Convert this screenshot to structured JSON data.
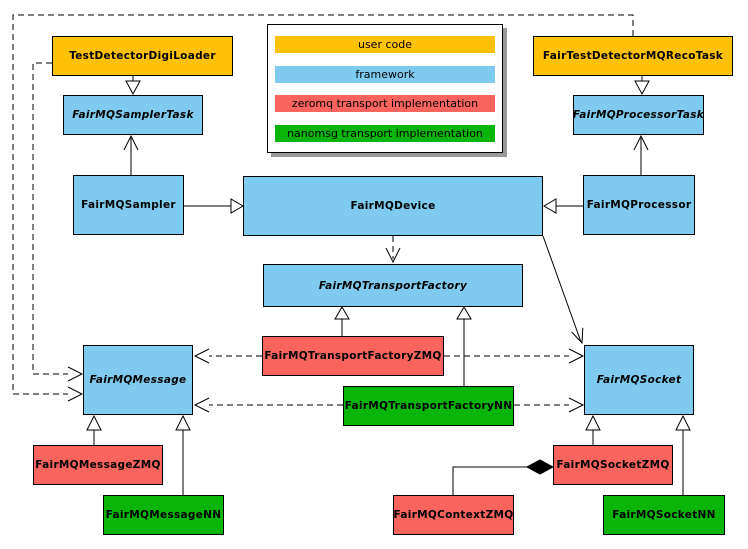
{
  "colors": {
    "user_code": "#FFC107",
    "framework": "#7FCBEF",
    "zeromq": "#F9655E",
    "nanomsg": "#09B509",
    "edge": "#000000",
    "legend_shadow": "#999999"
  },
  "legend": {
    "items": [
      {
        "label": "user code",
        "category": "user_code"
      },
      {
        "label": "framework",
        "category": "framework"
      },
      {
        "label": "zeromq transport implementation",
        "category": "zeromq"
      },
      {
        "label": "nanomsg transport implementation",
        "category": "nanomsg"
      }
    ]
  },
  "nodes": {
    "testDetectorDigiLoader": {
      "label": "TestDetectorDigiLoader",
      "category": "user_code",
      "abstract": false
    },
    "fairTestDetectorMQRecoTask": {
      "label": "FairTestDetectorMQRecoTask",
      "category": "user_code",
      "abstract": false
    },
    "fairMQSamplerTask": {
      "label": "FairMQSamplerTask",
      "category": "framework",
      "abstract": true
    },
    "fairMQProcessorTask": {
      "label": "FairMQProcessorTask",
      "category": "framework",
      "abstract": true
    },
    "fairMQSampler": {
      "label": "FairMQSampler",
      "category": "framework",
      "abstract": false
    },
    "fairMQDevice": {
      "label": "FairMQDevice",
      "category": "framework",
      "abstract": false
    },
    "fairMQProcessor": {
      "label": "FairMQProcessor",
      "category": "framework",
      "abstract": false
    },
    "fairMQTransportFactory": {
      "label": "FairMQTransportFactory",
      "category": "framework",
      "abstract": true
    },
    "fairMQTransportFactoryZMQ": {
      "label": "FairMQTransportFactoryZMQ",
      "category": "zeromq",
      "abstract": false
    },
    "fairMQTransportFactoryNN": {
      "label": "FairMQTransportFactoryNN",
      "category": "nanomsg",
      "abstract": false
    },
    "fairMQMessage": {
      "label": "FairMQMessage",
      "category": "framework",
      "abstract": true
    },
    "fairMQSocket": {
      "label": "FairMQSocket",
      "category": "framework",
      "abstract": true
    },
    "fairMQMessageZMQ": {
      "label": "FairMQMessageZMQ",
      "category": "zeromq",
      "abstract": false
    },
    "fairMQMessageNN": {
      "label": "FairMQMessageNN",
      "category": "nanomsg",
      "abstract": false
    },
    "fairMQSocketZMQ": {
      "label": "FairMQSocketZMQ",
      "category": "zeromq",
      "abstract": false
    },
    "fairMQContextZMQ": {
      "label": "FairMQContextZMQ",
      "category": "zeromq",
      "abstract": false
    },
    "fairMQSocketNN": {
      "label": "FairMQSocketNN",
      "category": "nanomsg",
      "abstract": false
    }
  },
  "relationships": [
    {
      "from": "TestDetectorDigiLoader",
      "to": "FairMQSamplerTask",
      "type": "inheritance"
    },
    {
      "from": "FairTestDetectorMQRecoTask",
      "to": "FairMQProcessorTask",
      "type": "inheritance"
    },
    {
      "from": "FairMQSampler",
      "to": "FairMQDevice",
      "type": "inheritance"
    },
    {
      "from": "FairMQProcessor",
      "to": "FairMQDevice",
      "type": "inheritance"
    },
    {
      "from": "FairMQSampler",
      "to": "FairMQSamplerTask",
      "type": "association"
    },
    {
      "from": "FairMQProcessor",
      "to": "FairMQProcessorTask",
      "type": "association"
    },
    {
      "from": "FairMQDevice",
      "to": "FairMQTransportFactory",
      "type": "dependency"
    },
    {
      "from": "FairMQDevice",
      "to": "FairMQSocket",
      "type": "association"
    },
    {
      "from": "TestDetectorDigiLoader",
      "to": "FairMQMessage",
      "type": "dependency"
    },
    {
      "from": "FairTestDetectorMQRecoTask",
      "to": "FairMQMessage",
      "type": "dependency"
    },
    {
      "from": "FairMQTransportFactoryZMQ",
      "to": "FairMQTransportFactory",
      "type": "inheritance"
    },
    {
      "from": "FairMQTransportFactoryNN",
      "to": "FairMQTransportFactory",
      "type": "inheritance"
    },
    {
      "from": "FairMQTransportFactoryZMQ",
      "to": "FairMQMessage",
      "type": "dependency"
    },
    {
      "from": "FairMQTransportFactoryZMQ",
      "to": "FairMQSocket",
      "type": "dependency"
    },
    {
      "from": "FairMQTransportFactoryNN",
      "to": "FairMQMessage",
      "type": "dependency"
    },
    {
      "from": "FairMQTransportFactoryNN",
      "to": "FairMQSocket",
      "type": "dependency"
    },
    {
      "from": "FairMQMessageZMQ",
      "to": "FairMQMessage",
      "type": "inheritance"
    },
    {
      "from": "FairMQMessageNN",
      "to": "FairMQMessage",
      "type": "inheritance"
    },
    {
      "from": "FairMQSocketZMQ",
      "to": "FairMQSocket",
      "type": "inheritance"
    },
    {
      "from": "FairMQSocketNN",
      "to": "FairMQSocket",
      "type": "inheritance"
    },
    {
      "from": "FairMQSocketZMQ",
      "to": "FairMQContextZMQ",
      "type": "composition"
    }
  ]
}
